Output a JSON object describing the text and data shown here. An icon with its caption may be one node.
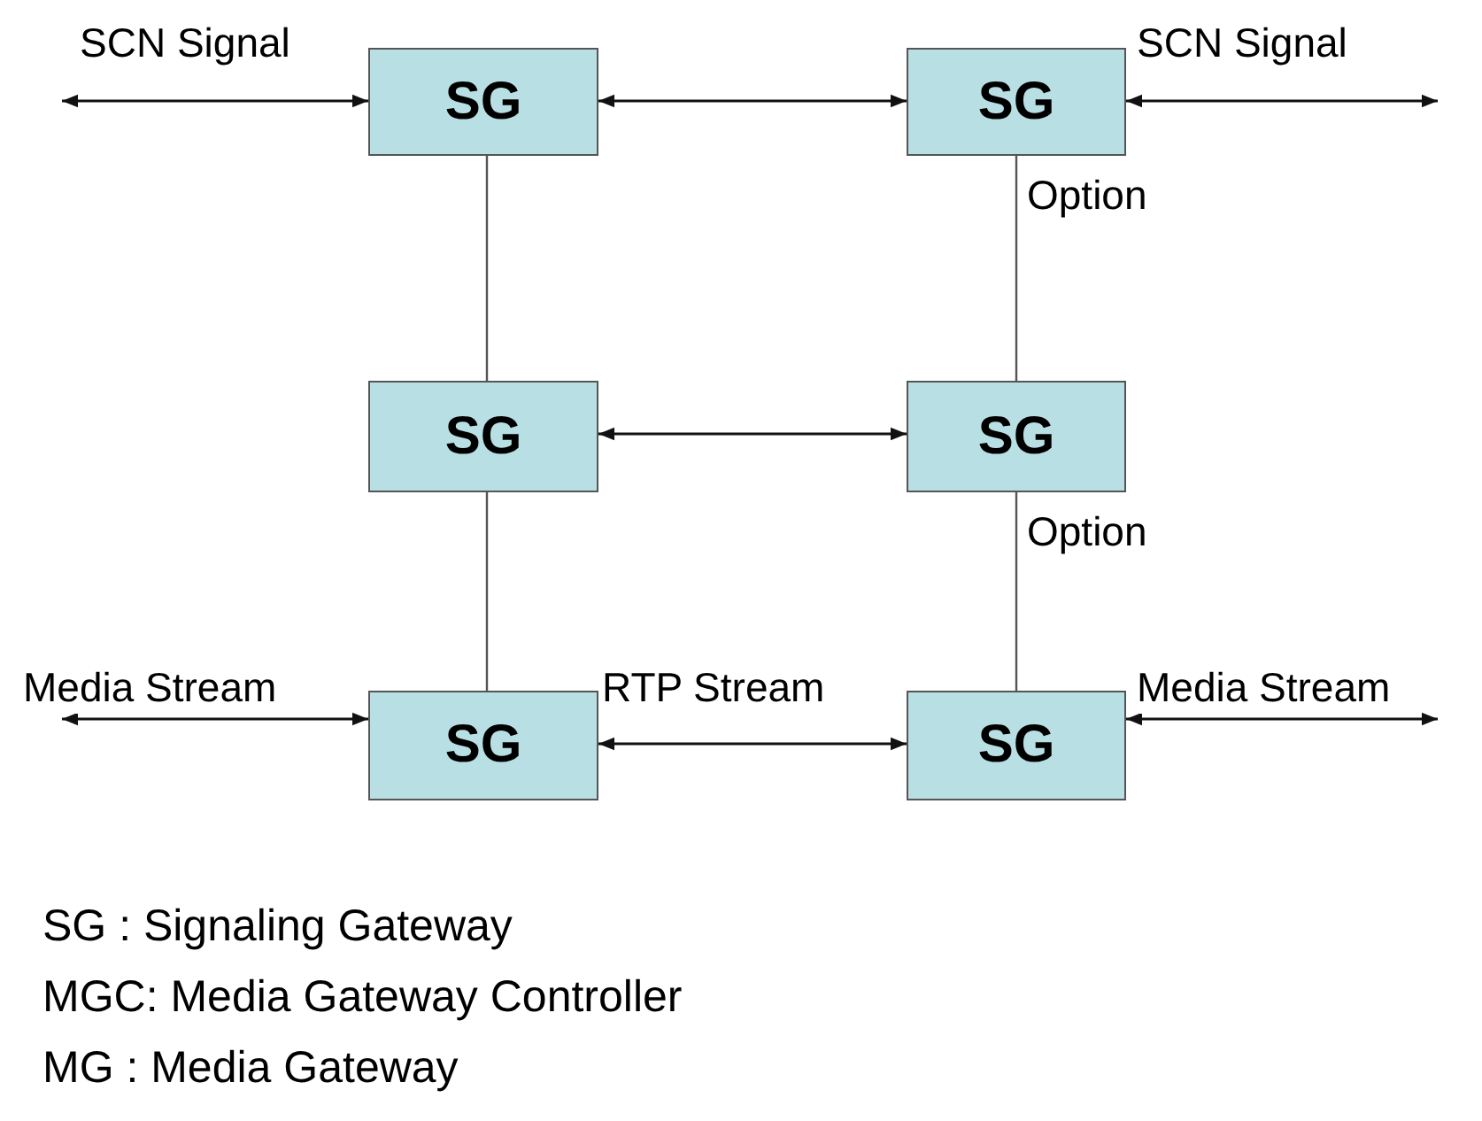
{
  "diagram": {
    "nodes": [
      {
        "text": [
          "SG"
        ]
      },
      {
        "text": [
          "SG"
        ]
      },
      {
        "text": [
          "SG"
        ]
      },
      {
        "text": [
          "SG"
        ]
      },
      {
        "text": [
          "SG"
        ]
      },
      {
        "text": [
          "SG"
        ]
      }
    ],
    "edges": [
      {
        "from": null,
        "to": 0,
        "arrow": "both",
        "label": "SCN Signal"
      },
      {
        "from": 0,
        "to": 1,
        "arrow": "both"
      },
      {
        "from": 1,
        "to": null,
        "arrow": "both",
        "label": "SCN Signal"
      },
      {
        "from": 0,
        "to": 2,
        "arrow": "none"
      },
      {
        "from": 1,
        "to": 3,
        "arrow": "none",
        "label": "Option"
      },
      {
        "from": 2,
        "to": 3,
        "arrow": "both"
      },
      {
        "from": 2,
        "to": 4,
        "arrow": "none"
      },
      {
        "from": 3,
        "to": 5,
        "arrow": "none",
        "label": "Option"
      },
      {
        "from": null,
        "to": 4,
        "arrow": "both",
        "label": "Media Stream"
      },
      {
        "from": 4,
        "to": 5,
        "arrow": "both",
        "label": "RTP Stream"
      },
      {
        "from": 5,
        "to": null,
        "arrow": "both",
        "label": "Media Stream"
      }
    ],
    "labels": [
      "SG : Signaling Gateway",
      "MGC: Media Gateway Controller",
      "MG : Media Gateway"
    ]
  }
}
